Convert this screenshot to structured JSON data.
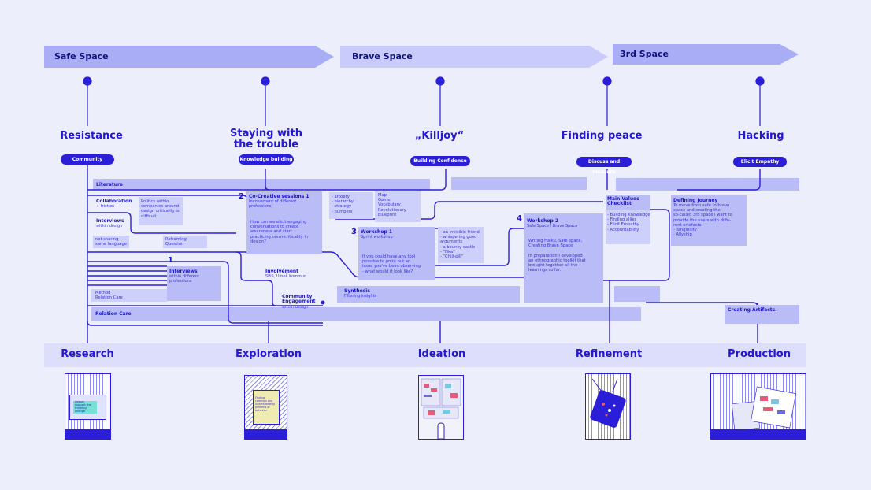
{
  "spaces": [
    {
      "label": "Safe Space"
    },
    {
      "label": "Brave Space"
    },
    {
      "label": "3rd Space"
    }
  ],
  "milestones": [
    {
      "title": "Resistance",
      "badge": "Community"
    },
    {
      "title": "Staying with\nthe trouble",
      "badge": "Knowledge building"
    },
    {
      "title": "„Killjoy“",
      "badge": "Building Confidence"
    },
    {
      "title": "Finding peace",
      "badge": "Discuss and measure"
    },
    {
      "title": "Hacking",
      "badge": "Elicit Empathy"
    }
  ],
  "phases": [
    "Research",
    "Exploration",
    "Ideation",
    "Refinement",
    "Production"
  ],
  "notes": {
    "literature": "Literature",
    "collaboration_title": "Collaboration",
    "collaboration_sub": "+ friction",
    "politics": "Politics within\ncompanies around\ndesign criticality is\ndifficult",
    "interviews_a_title": "Interviews",
    "interviews_a_sub": "within design",
    "not_sharing": "not sharing\nsame language",
    "reframing": "Reframing\nQuestion",
    "num1": "1",
    "interviews_b_title": "Interviews",
    "interviews_b_sub": "within different\nprofessions",
    "method": "Method\nRelation Care",
    "relation_care": "Relation Care",
    "num2": "2",
    "cocreative_title": "Co-Creative sessions 1",
    "cocreative_sub": "Involvement of different\nprofessions",
    "cocreative_q": "How can we elicit engaging\nconversations to create\nawareness and start\npracticing norm-criticality in\ndesign?",
    "involvement_title": "Involvement",
    "involvement_sub": "SPiS, Umeå Kommun",
    "community_title": "Community\nEngagement",
    "community_sub": "within design",
    "list1": "- anxiety\n- hierarchy\n- strategy\n- numbers",
    "list2": "Map\nGame\nVocabulary\nRevolutionary\nblueprint",
    "num3": "3",
    "workshop1_title": "Workshop 1",
    "workshop1_sub": "Sprint workshop",
    "workshop1_q": "If you could have any tool\npossible to point out an\nissue you've been observing\n- what would it look like?",
    "list3": "- an invisible friend\n- whispering good\n  arguments\n- a bouncy castle\n- “Fika”\n- “Chill-pill”",
    "synthesis_title": "Synthesis",
    "synthesis_sub": "Filtering insights",
    "num4": "4",
    "workshop2_title": "Workshop 2",
    "workshop2_sub": "Safe Space / Brave Space",
    "workshop2_text": "Writing Haiku, Safe space,\nCreating Brave Space\n\nIn preparation I developed\nan ethnographic toolkit that\nbrought together all the\nlearnings so far.",
    "mainvalues_title": "Main Values\nChecklist",
    "mainvalues_list": "- Building Knowledge\n- Finding allies\n- Elicit Empathy\n- Accountability",
    "journey_title": "Defining Journey",
    "journey_text": "To move from safe to brave\nspace and creating the\nso-called 3rd space I want to\nprovide the users with diffe-\nrent artefacts.\n- Tangibility\n- Allyship",
    "creating_artifacts": "Creating Artifacts."
  },
  "thumbnails": [
    {
      "caption": "design\nsupport the\nthinking\nchange"
    },
    {
      "caption": "Finding\ncommon and\nunderstanding\npatterns of\nbehavior"
    },
    {
      "caption": ""
    },
    {
      "caption": ""
    },
    {
      "caption": ""
    }
  ],
  "colors": {
    "background": "#edeefc",
    "primary": "#2b1ed8",
    "band": "#b9bcf7",
    "band_light": "#cdd0fa",
    "arrow": "#c9ccfa"
  }
}
